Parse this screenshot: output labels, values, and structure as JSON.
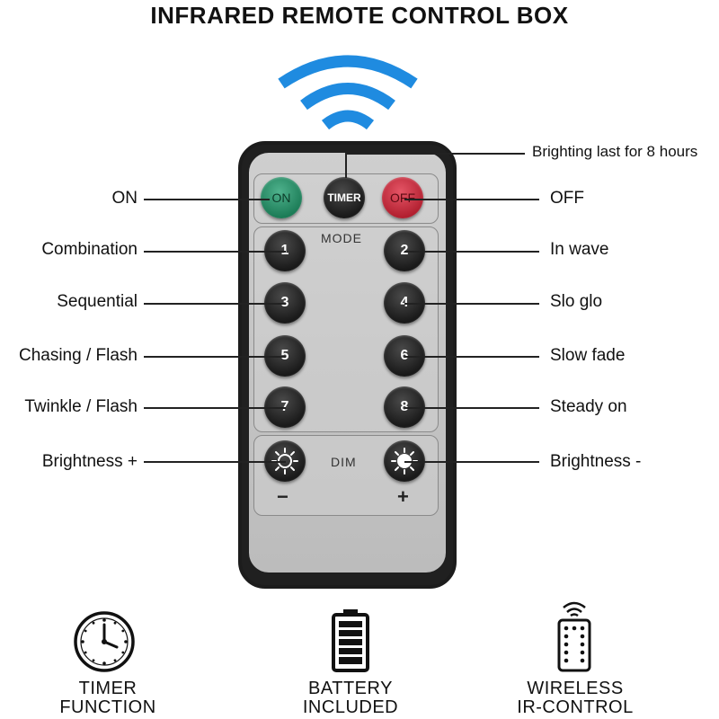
{
  "title": "INFRARED REMOTE CONTROL BOX",
  "callouts": {
    "timer_note": "Brighting last for 8 hours",
    "on": "ON",
    "off": "OFF",
    "combination": "Combination",
    "in_wave": "In wave",
    "sequential": "Sequential",
    "slo_glo": "Slo glo",
    "chasing_flash": "Chasing / Flash",
    "slow_fade": "Slow fade",
    "twinkle_flash": "Twinkle / Flash",
    "steady_on": "Steady on",
    "brightness_plus": "Brightness +",
    "brightness_minus": "Brightness -"
  },
  "remote": {
    "on_label": "ON",
    "timer_label": "TIMER",
    "off_label": "OFF",
    "mode_label": "MODE",
    "mode_buttons": [
      "1",
      "2",
      "3",
      "4",
      "5",
      "6",
      "7",
      "8"
    ],
    "dim_label": "DIM",
    "minus_sign": "−",
    "plus_sign": "+"
  },
  "features": {
    "timer_line1": "TIMER",
    "timer_line2": "FUNCTION",
    "battery_line1": "BATTERY",
    "battery_line2": "INCLUDED",
    "wireless_line1": "WIRELESS",
    "wireless_line2": "IR-CONTROL"
  },
  "colors": {
    "wifi": "#1f8be0",
    "on_button": "#1a7a55",
    "off_button": "#b01e2e",
    "button_dark": "#1a1a1a"
  },
  "icons": [
    "wifi-icon",
    "sun-icon",
    "clock-icon",
    "battery-icon",
    "remote-icon"
  ]
}
